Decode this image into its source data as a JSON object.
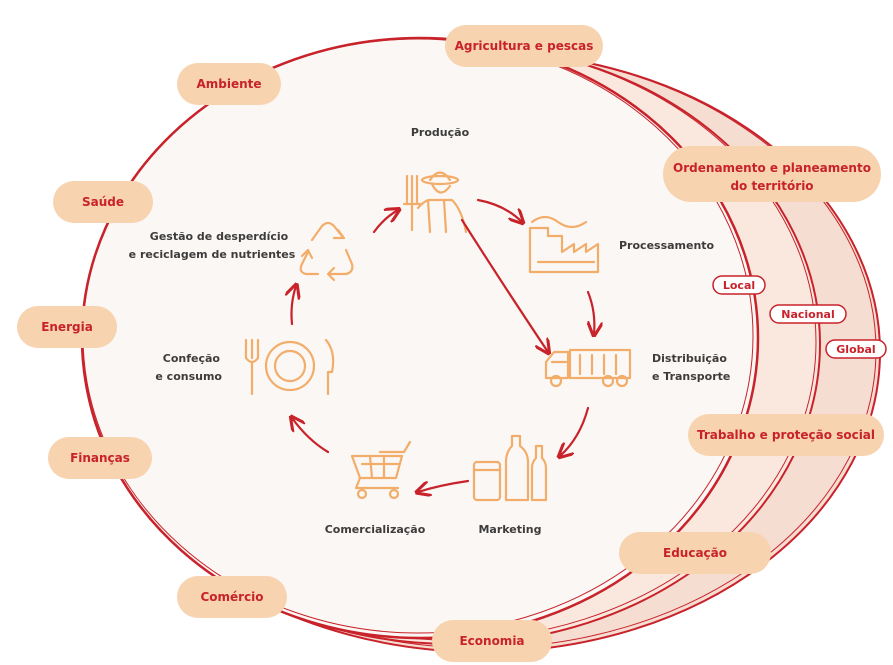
{
  "outer_sectors": [
    "Agricultura e pescas",
    "Ambiente",
    "Saúde",
    "Energia",
    "Finanças",
    "Comércio",
    "Economia",
    "Educação",
    "Trabalho e proteção social"
  ],
  "territory": {
    "line1": "Ordenamento e planeamento",
    "line2": "do território"
  },
  "scales": [
    "Local",
    "Nacional",
    "Global"
  ],
  "cycle_steps": {
    "producao": "Produção",
    "processamento": "Processamento",
    "distribuicao": {
      "line1": "Distribuição",
      "line2": "e Transporte"
    },
    "marketing": "Marketing",
    "comercializacao": "Comercialização",
    "confecao": {
      "line1": "Confeção",
      "line2": "e consumo"
    },
    "gestao": {
      "line1": "Gestão de desperdício",
      "line2": "e reciclagem de nutrientes"
    }
  },
  "colors": {
    "accent": "#c8222a",
    "pill": "#f7d3b0",
    "band": "#f6ddd2",
    "sketch": "#f2ad6b",
    "inner": "#fbf7f4"
  },
  "icons": [
    "farmer-icon",
    "factory-icon",
    "truck-icon",
    "bottles-icon",
    "cart-icon",
    "plate-cutlery-icon",
    "recycle-icon"
  ]
}
